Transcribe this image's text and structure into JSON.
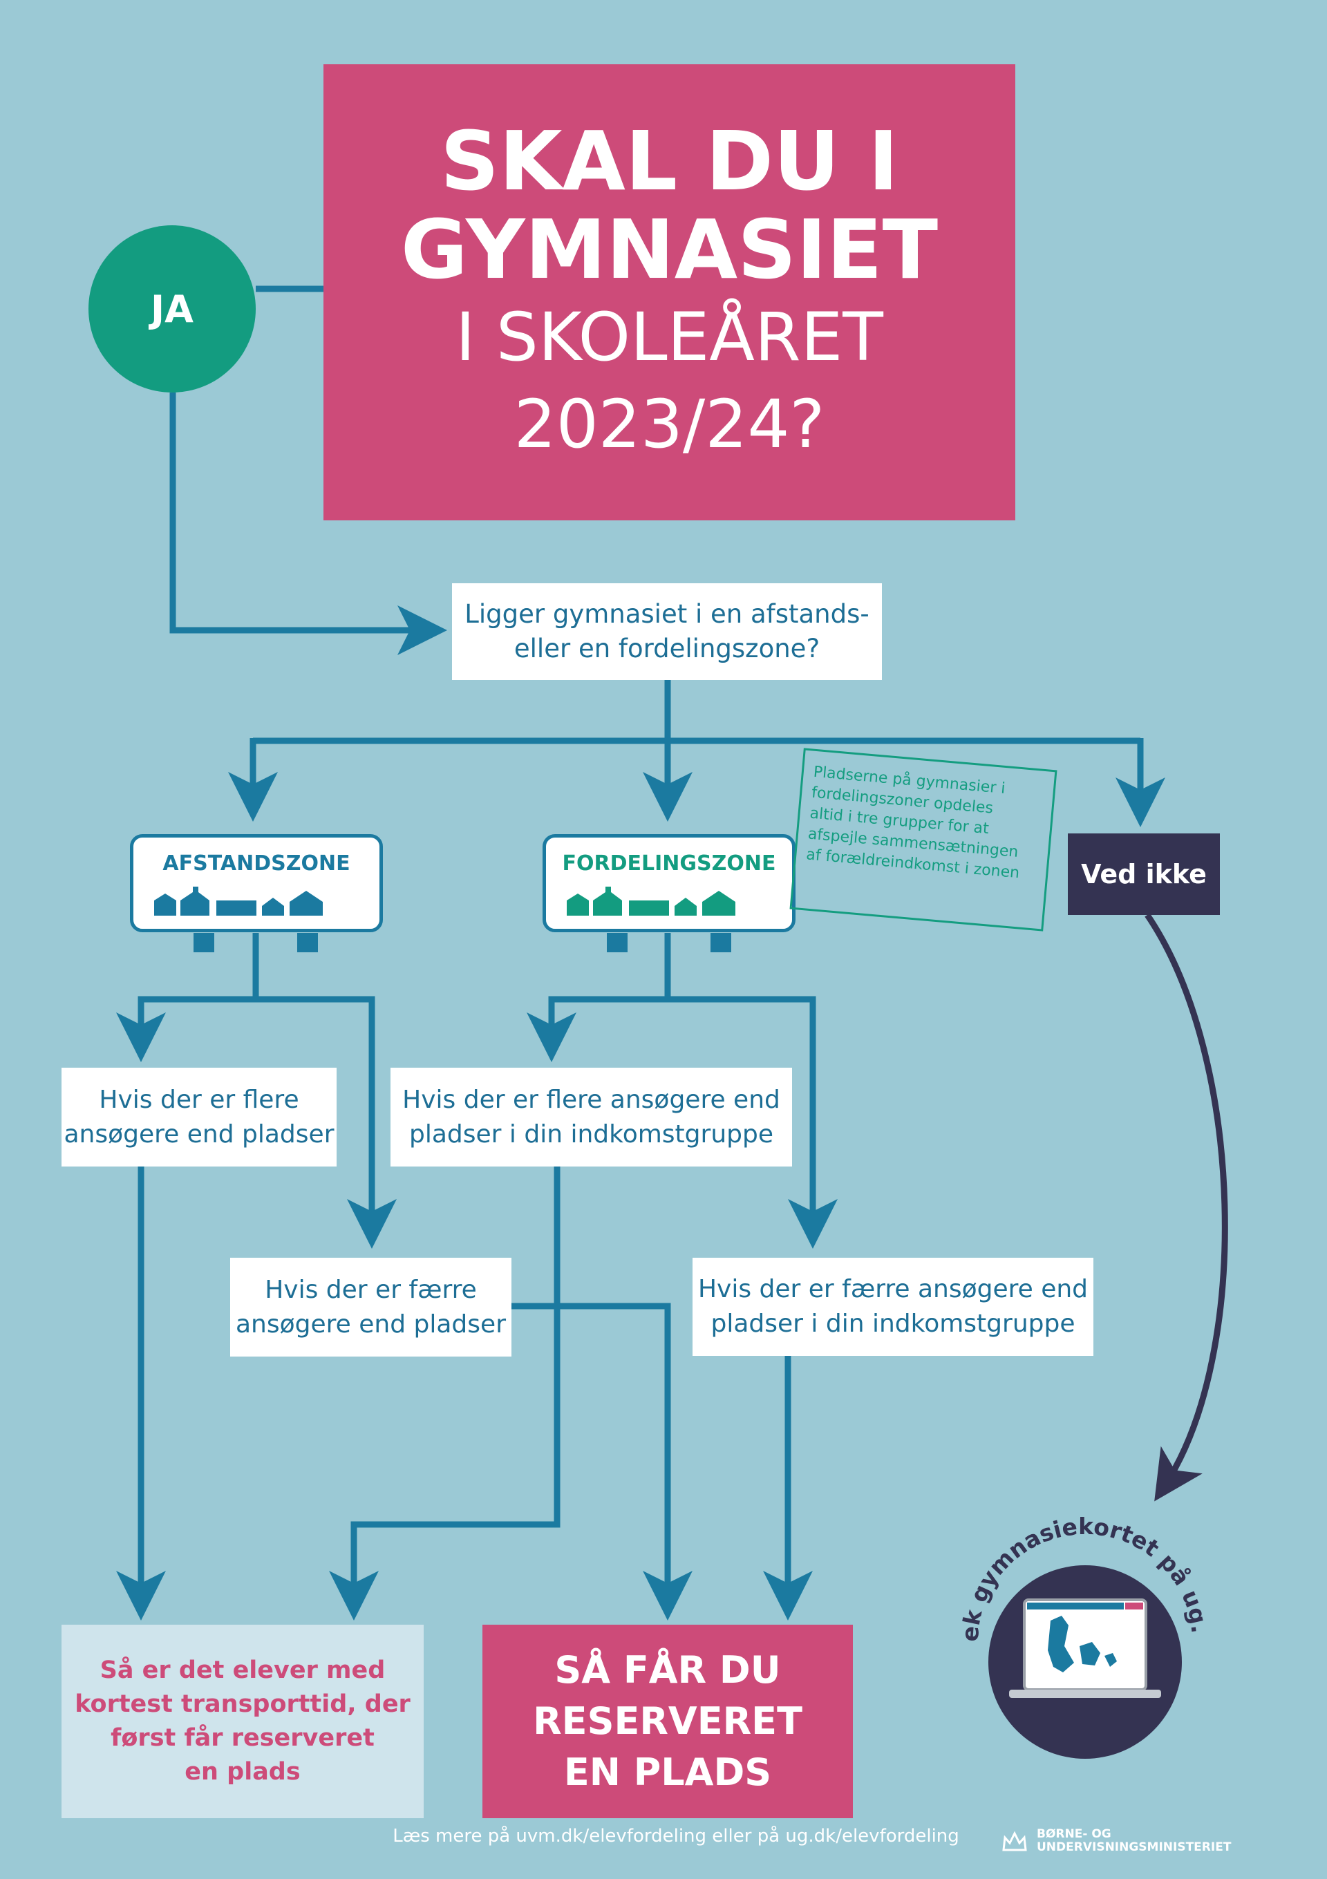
{
  "title": {
    "line1": "SKAL DU I",
    "line2": "GYMNASIET",
    "line3": "I SKOLEÅRET",
    "line4": "2023/24?"
  },
  "ja_label": "JA",
  "question": {
    "line1": "Ligger gymnasiet i en afstands-",
    "line2": "eller en fordelingszone?"
  },
  "zones": {
    "afstand": "AFSTANDSZONE",
    "fordeling": "FORDELINGSZONE",
    "ved_ikke": "Ved ikke"
  },
  "note": {
    "line1": "Pladserne på gymnasier i",
    "line2": "fordelingszoner opdeles",
    "line3": "altid i tre grupper for at",
    "line4": "afspejle sammensætningen",
    "line5": "af forældreindkomst i zonen"
  },
  "conditions": {
    "a_flere": {
      "line1": "Hvis der er flere",
      "line2": "ansøgere end pladser"
    },
    "a_faerre": {
      "line1": "Hvis der er færre",
      "line2": "ansøgere end pladser"
    },
    "f_flere": {
      "line1": "Hvis der er flere ansøgere end",
      "line2": "pladser i din indkomstgruppe"
    },
    "f_faerre": {
      "line1": "Hvis der er færre ansøgere end",
      "line2": "pladser i din indkomstgruppe"
    }
  },
  "results": {
    "transport": {
      "line1": "Så er det elever med",
      "line2": "kortest transporttid, der",
      "line3": "først får reserveret",
      "line4": "en plads"
    },
    "reserveret": {
      "line1": "SÅ FÅR DU",
      "line2": "RESERVERET",
      "line3": "EN PLADS"
    }
  },
  "map_badge": "Tjek gymnasiekortet på ug.dk",
  "footer": "Læs mere på uvm.dk/elevfordeling eller på ug.dk/elevfordeling",
  "ministry": {
    "line1": "BØRNE- OG",
    "line2": "UNDERVISNINGSMINISTERIET"
  },
  "colors": {
    "background": "#9bc9d5",
    "pink": "#cd4b79",
    "green": "#139c80",
    "blue": "#1b7aa0",
    "navy": "#343352"
  }
}
